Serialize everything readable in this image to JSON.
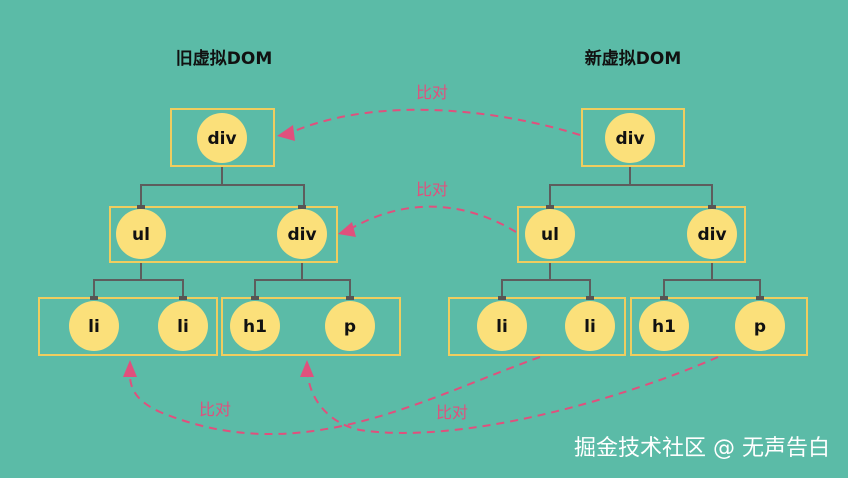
{
  "colors": {
    "background": "#5bbba7",
    "box_border": "#f0cd5e",
    "node_fill": "#fbe07a",
    "edge": "#5d5d5d",
    "compare_arrow": "#e0507d",
    "watermark": "#ffffff"
  },
  "old_tree": {
    "title": "旧虚拟DOM",
    "root": "div",
    "level2": [
      "ul",
      "div"
    ],
    "level3_left": [
      "li",
      "li"
    ],
    "level3_right": [
      "h1",
      "p"
    ]
  },
  "new_tree": {
    "title": "新虚拟DOM",
    "root": "div",
    "level2": [
      "ul",
      "div"
    ],
    "level3_left": [
      "li",
      "li"
    ],
    "level3_right": [
      "h1",
      "p"
    ]
  },
  "compare_labels": [
    "比对",
    "比对",
    "比对",
    "比对"
  ],
  "watermark": "掘金技术社区 @ 无声告白"
}
